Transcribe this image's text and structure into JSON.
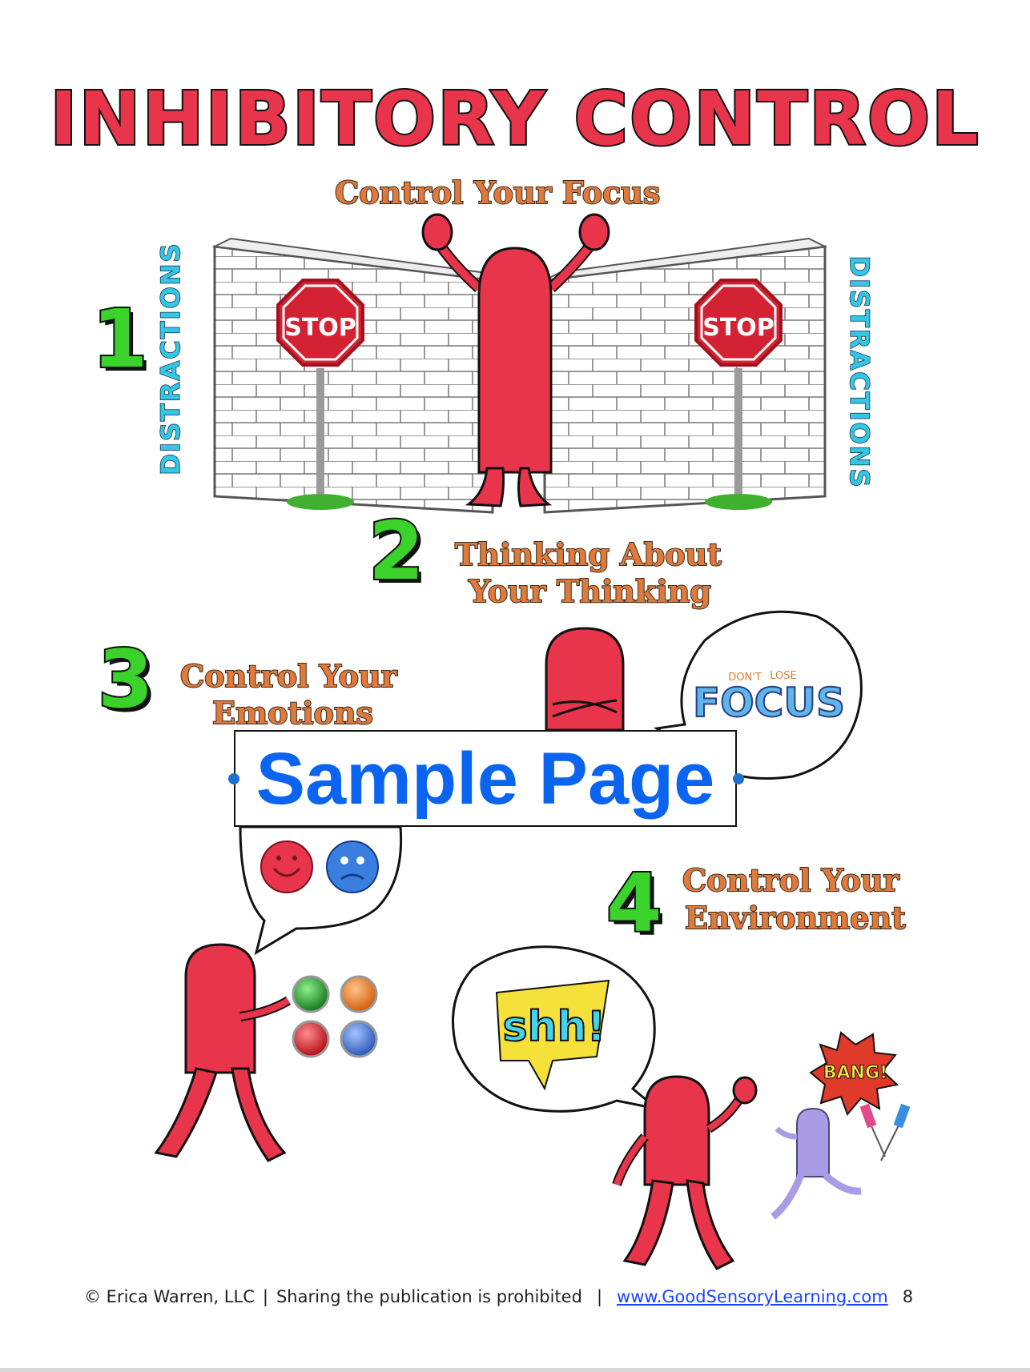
{
  "title": "INHIBITORY CONTROL",
  "sections": [
    {
      "number": "1",
      "heading": "Control Your Focus"
    },
    {
      "number": "2",
      "heading_line1": "Thinking About",
      "heading_line2": "Your Thinking"
    },
    {
      "number": "3",
      "heading_line1": "Control Your",
      "heading_line2": "Emotions"
    },
    {
      "number": "4",
      "heading_line1": "Control Your",
      "heading_line2": "Environment"
    }
  ],
  "wall_labels": {
    "left": "DISTRACTIONS",
    "right": "DISTRACTIONS"
  },
  "stop_sign_text": "STOP",
  "bubble_texts": {
    "dont": "DON'T",
    "lose": "LOSE",
    "focus": "FOCUS",
    "shh": "shh!",
    "bang": "BANG!"
  },
  "watermark": "Sample Page",
  "footer": {
    "copyright": "©  Erica Warren, LLC",
    "notice": "Sharing the publication is prohibited",
    "link": "www.GoodSensoryLearning.com",
    "page_number": "8"
  },
  "colors": {
    "title_red": "#e8354b",
    "character_red": "#e8354b",
    "heading_orange": "#e07a3c",
    "number_green": "#3bd22b",
    "label_cyan": "#35c5e6",
    "watermark_blue": "#0a64f0"
  }
}
